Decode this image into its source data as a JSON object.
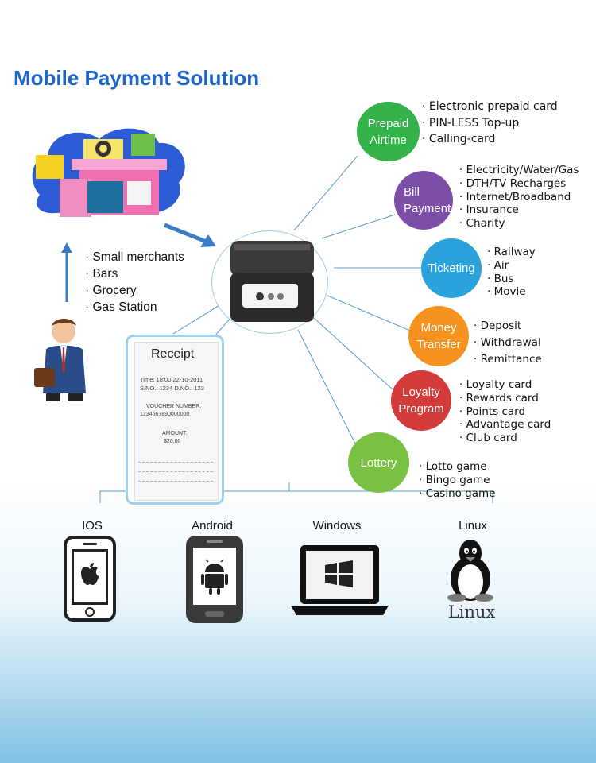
{
  "title": "Mobile Payment Solution",
  "merchants": [
    "Small merchants",
    "Bars",
    "Grocery",
    "Gas Station"
  ],
  "receipt": {
    "title": "Receipt",
    "time_line": "Time: 18:00  22-10-2011",
    "sno_line": "S/NO.: 1234  D.NO.: 123",
    "voucher_label": "VOUCHER NUMBER:",
    "voucher_number": "1234567890000000",
    "amount_label": "AMOUNT:",
    "amount_value": "$20.00"
  },
  "categories": [
    {
      "name": "Prepaid Airtime",
      "color": "#33b34a",
      "items": [
        "Electronic prepaid card",
        "PIN-LESS Top-up",
        "Calling-card"
      ]
    },
    {
      "name": "Bill Payment",
      "color": "#7b4fa8",
      "items": [
        "Electricity/Water/Gas",
        "DTH/TV Recharges",
        "Internet/Broadband",
        "Insurance",
        "Charity"
      ]
    },
    {
      "name": "Ticketing",
      "color": "#2ca2dc",
      "items": [
        "Railway",
        "Air",
        "Bus",
        "Movie"
      ]
    },
    {
      "name": "Money Transfer",
      "color": "#f6921e",
      "items": [
        "Deposit",
        "Withdrawal",
        "Remittance"
      ]
    },
    {
      "name": "Loyalty Program",
      "color": "#d43b3b",
      "items": [
        "Loyalty card",
        "Rewards card",
        "Points card",
        "Advantage card",
        "Club card"
      ]
    },
    {
      "name": "Lottery",
      "color": "#7ac143",
      "items": [
        "Lotto game",
        "Bingo game",
        "Casino game"
      ]
    }
  ],
  "platforms": [
    "IOS",
    "Android",
    "Windows",
    "Linux"
  ],
  "linux_logo_text": "Linux",
  "colors": {
    "title": "#1f64c8",
    "connector": "#4a8fc0",
    "arrow": "#3b7dc4"
  }
}
